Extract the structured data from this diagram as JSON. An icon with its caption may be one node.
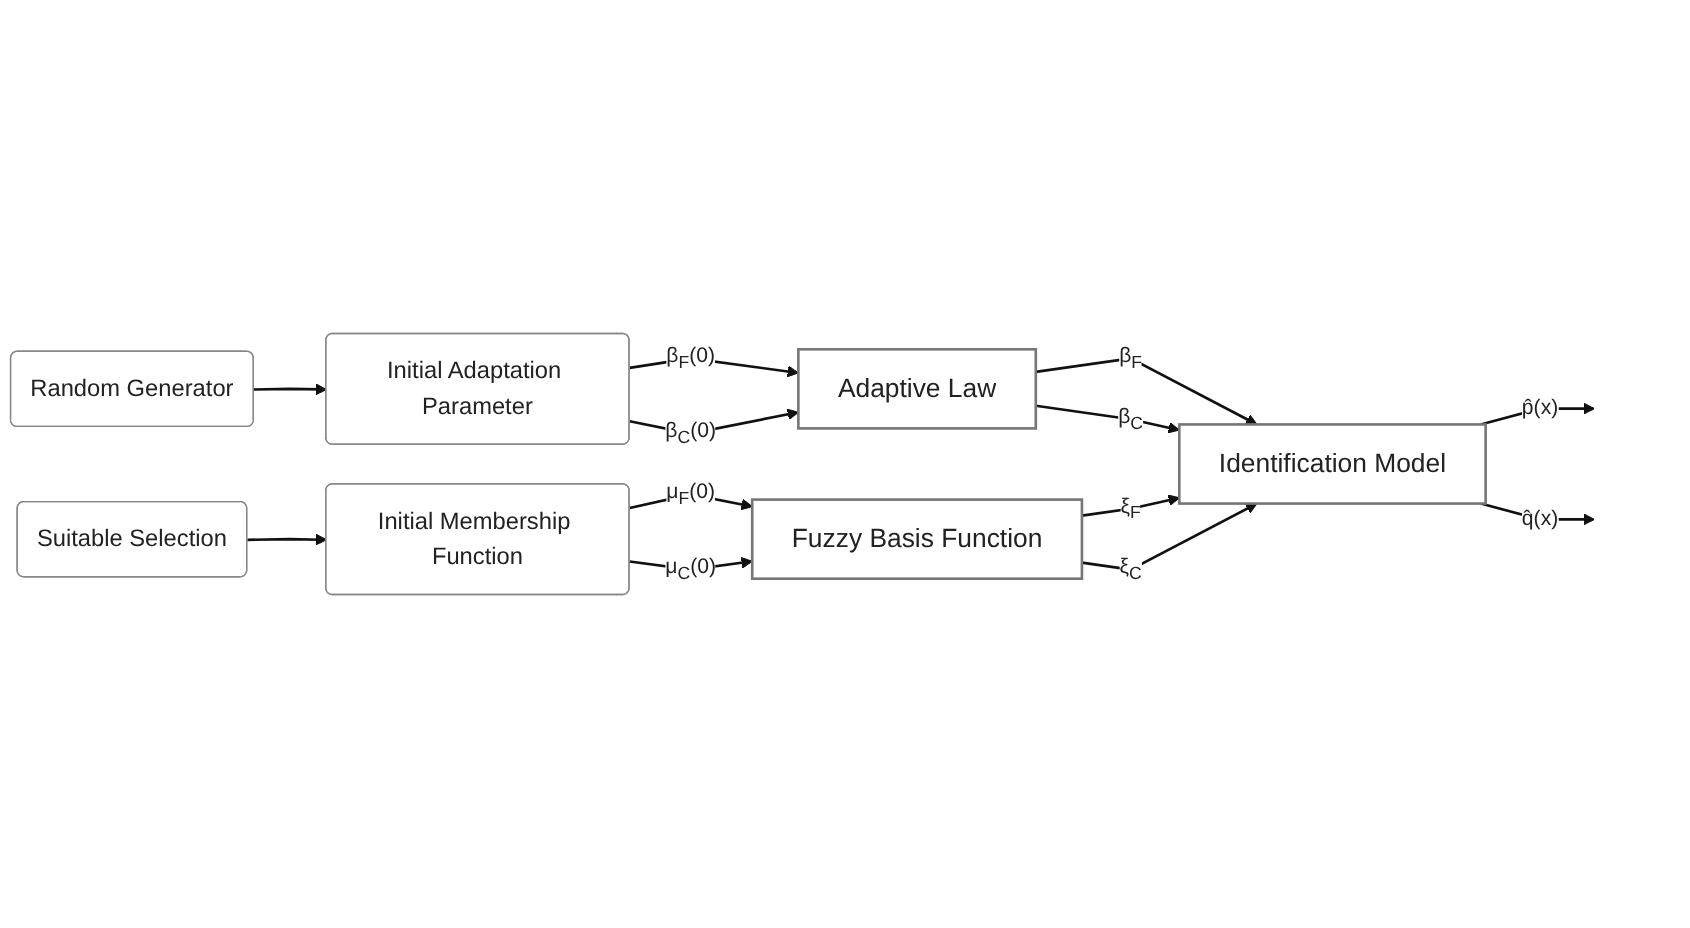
{
  "diagram": {
    "nodes": [
      {
        "text": [
          "Random Generator"
        ]
      },
      {
        "text": [
          "Initial Adaptation Parameter"
        ]
      },
      {
        "text": [
          "Adaptive Law"
        ]
      },
      {
        "text": [
          "Identification Model"
        ]
      },
      {
        "text": [
          "Suitable Selection"
        ]
      },
      {
        "text": [
          "Initial Membership Function"
        ]
      },
      {
        "text": [
          "Fuzzy Basis Function"
        ]
      }
    ],
    "edges": [
      {
        "from": 0,
        "to": 1,
        "arrow": "to"
      },
      {
        "from": 1,
        "to": 2,
        "arrow": "to",
        "label": "β$_{F}$(0)"
      },
      {
        "from": 1,
        "to": 2,
        "arrow": "to",
        "label": "β$_{C}$(0)"
      },
      {
        "from": 2,
        "to": 3,
        "arrow": "to",
        "label": "β$_{F}$"
      },
      {
        "from": 2,
        "to": 3,
        "arrow": "to",
        "label": "β$_{C}$"
      },
      {
        "from": 3,
        "to": null,
        "arrow": "to",
        "label": "p̂(x)"
      },
      {
        "from": 3,
        "to": null,
        "arrow": "to",
        "label": "q̂(x)"
      },
      {
        "from": 4,
        "to": 5,
        "arrow": "to"
      },
      {
        "from": 5,
        "to": 6,
        "arrow": "to",
        "label": "μ$_{F}$(0)"
      },
      {
        "from": 5,
        "to": 6,
        "arrow": "to",
        "label": "μ$_{C}$(0)"
      },
      {
        "from": 6,
        "to": 3,
        "arrow": "to",
        "label": "ξ$_{F}$"
      },
      {
        "from": 6,
        "to": 3,
        "arrow": "to",
        "label": "ξ$_{C}$"
      }
    ]
  }
}
